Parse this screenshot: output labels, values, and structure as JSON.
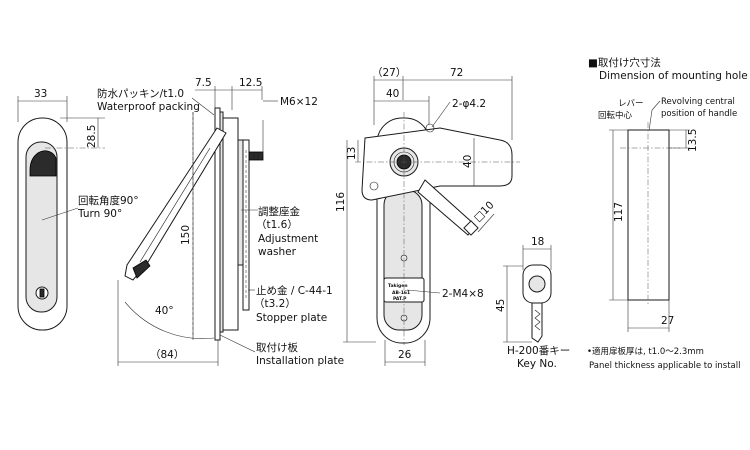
{
  "front_view": {
    "width_dim": "33",
    "offset_dim": "28.5",
    "rotation_jp": "回転角度90°",
    "rotation_en": "Turn 90°"
  },
  "side_view": {
    "waterproof_jp": "防水パッキン/t1.0",
    "waterproof_en": "Waterproof packing",
    "dim_7_5": "7.5",
    "dim_12_5": "12.5",
    "screw_label": "M6×12",
    "adjust_jp": "調整座金",
    "adjust_t": "（t1.6）",
    "adjust_en1": "Adjustment",
    "adjust_en2": "washer",
    "stopper_jp": "止め金 / C-44-1",
    "stopper_t": "（t3.2）",
    "stopper_en": "Stopper plate",
    "install_jp": "取付け板",
    "install_en": "Installation plate",
    "height_dim": "150",
    "angle_dim": "40°",
    "depth_dim": "（84）"
  },
  "rear_view": {
    "dim_27": "（27）",
    "dim_72": "72",
    "dim_40_top": "40",
    "hole_label": "2-φ4.2",
    "dim_13": "13",
    "dim_40_side": "40",
    "dim_116": "116",
    "square_label": "□10",
    "screw_label": "2-M4×8",
    "dim_26": "26",
    "brand_label": "Takigen",
    "code_label": "AB-161",
    "part_label": "PAT.P"
  },
  "key": {
    "dim_18": "18",
    "dim_45": "45",
    "name_jp": "H-200番キー",
    "name_en": "Key No."
  },
  "mounting_hole": {
    "title_jp": "■取付け穴寸法",
    "title_en": "Dimension of mounting hole",
    "lever_jp1": "レバー",
    "lever_jp2": "回転中心",
    "lever_en1": "Revolving central",
    "lever_en2": "position of handle",
    "dim_13_5": "13.5",
    "dim_117": "117",
    "dim_27": "27",
    "thickness_jp": "•適用扉板厚は, t1.0～2.3mm",
    "thickness_en": "Panel thickness applicable to install"
  }
}
